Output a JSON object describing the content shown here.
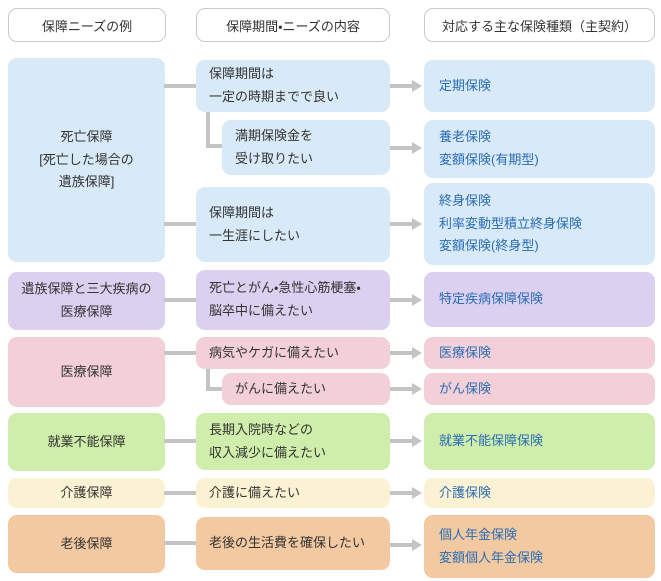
{
  "title": "保険ニーズと保険種類の対応図",
  "palette": {
    "blue": "#d8e9f7",
    "purple": "#dcd0f0",
    "pink": "#f3d0d8",
    "green": "#cfeeab",
    "cream": "#fbf2d3",
    "orange": "#f3c9a1",
    "insurance_text": "#2a6db5",
    "dark_text": "#333333",
    "connector_gray": "#c4c4c4"
  },
  "headers": {
    "col1": "保障ニーズの例",
    "col2": "保障期間・ニーズの内容",
    "col3": "対応する主な保険種類（主契約）"
  },
  "flow": {
    "left": [
      {
        "text": "死亡保障\n[死亡した場合の\n遺族保障]",
        "color": "blue"
      },
      {
        "text": "遺族保障と三大疾病の\n医療保障",
        "color": "purple"
      },
      {
        "text": "医療保障",
        "color": "pink"
      },
      {
        "text": "就業不能保障",
        "color": "green"
      },
      {
        "text": "介護保障",
        "color": "cream"
      },
      {
        "text": "老後保障",
        "color": "orange"
      }
    ],
    "middle": [
      {
        "text": "保障期間は\n一定の時期までで良い",
        "color": "blue"
      },
      {
        "text": "満期保険金を\n受け取りたい",
        "color": "blue",
        "indented": true
      },
      {
        "text": "保障期間は\n一生涯にしたい",
        "color": "blue"
      },
      {
        "text": "死亡とがん・急性心筋梗塞・\n脳卒中に備えたい",
        "color": "purple"
      },
      {
        "text": "病気やケガに備えたい",
        "color": "pink"
      },
      {
        "text": "がんに備えたい",
        "color": "pink",
        "indented": true
      },
      {
        "text": "長期入院時などの\n収入減少に備えたい",
        "color": "green"
      },
      {
        "text": "介護に備えたい",
        "color": "cream"
      },
      {
        "text": "老後の生活費を確保したい",
        "color": "orange"
      }
    ],
    "right": [
      {
        "text": "定期保険",
        "color": "blue"
      },
      {
        "text": "養老保険\n変額保険(有期型)",
        "color": "blue"
      },
      {
        "text": "終身保険\n利率変動型積立終身保険\n変額保険(終身型)",
        "color": "blue"
      },
      {
        "text": "特定疾病保障保険",
        "color": "purple"
      },
      {
        "text": "医療保険",
        "color": "pink"
      },
      {
        "text": "がん保険",
        "color": "pink"
      },
      {
        "text": "就業不能保障保険",
        "color": "green"
      },
      {
        "text": "介護保険",
        "color": "cream"
      },
      {
        "text": "個人年金保険\n変額個人年金保険",
        "color": "orange"
      }
    ]
  }
}
